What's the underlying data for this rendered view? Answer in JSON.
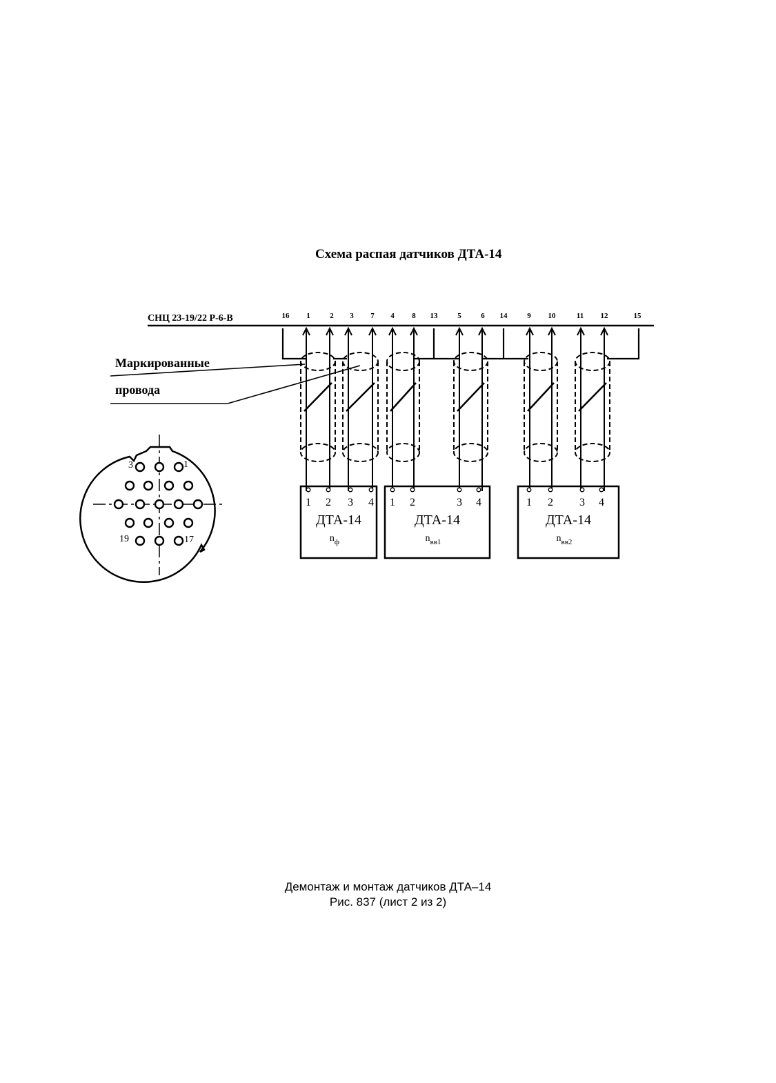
{
  "diagram": {
    "title": "Схема распая датчиков  ДТА-14",
    "connector_label": "СНЦ 23-19/22  Р-6-В",
    "connector_pins": [
      "16",
      "1",
      "2",
      "3",
      "7",
      "4",
      "8",
      "13",
      "5",
      "6",
      "14",
      "9",
      "10",
      "11",
      "12",
      "15"
    ],
    "wires_label_line1": "Маркированные",
    "wires_label_line2": "провода",
    "sensors": [
      {
        "name": "ДТА-14",
        "sub_main": "n",
        "sub_index": "ф",
        "terminals": [
          "1",
          "2",
          "3",
          "4"
        ]
      },
      {
        "name": "ДТА-14",
        "sub_main": "n",
        "sub_index": "вв1",
        "terminals": [
          "1",
          "2",
          "3",
          "4"
        ]
      },
      {
        "name": "ДТА-14",
        "sub_main": "n",
        "sub_index": "вв2",
        "terminals": [
          "1",
          "2",
          "3",
          "4"
        ]
      }
    ],
    "socket_pin_labels": [
      "3",
      "1",
      "19",
      "17"
    ]
  },
  "caption": {
    "line1": "Демонтаж и монтаж датчиков ДТА–14",
    "line2": "Рис. 837 (лист 2 из 2)"
  }
}
